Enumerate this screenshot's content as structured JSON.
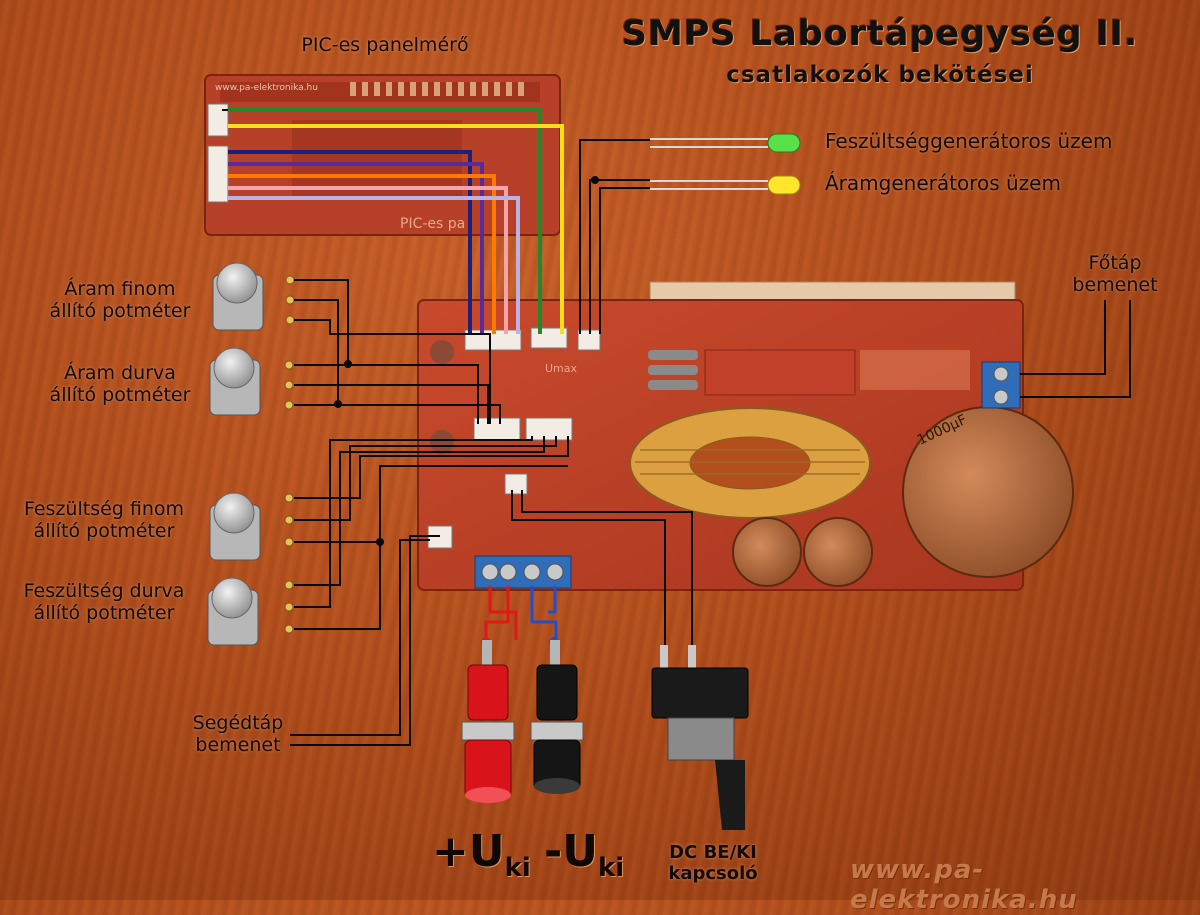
{
  "title": "SMPS Labortápegység II.",
  "subtitle": "csatlakozók bekötései",
  "meter_label": "PIC-es panelmérő",
  "voltage_mode_label": "Feszültséggenerátoros üzem",
  "current_mode_label": "Áramgenerátoros üzem",
  "main_power": {
    "line1": "Főtáp",
    "line2": "bemenet"
  },
  "current_fine": {
    "line1": "Áram finom",
    "line2": "állító potméter"
  },
  "current_coarse": {
    "line1": "Áram durva",
    "line2": "állító potméter"
  },
  "voltage_fine": {
    "line1": "Feszültség finom",
    "line2": "állító potméter"
  },
  "voltage_coarse": {
    "line1": "Feszültség durva",
    "line2": "állító potméter"
  },
  "aux_power": {
    "line1": "Segédtáp",
    "line2": "bemenet"
  },
  "out_plus": {
    "main": "+U",
    "sub": "ki"
  },
  "out_minus": {
    "main": "-U",
    "sub": "ki"
  },
  "switch_label": {
    "line1": "DC BE/KI",
    "line2": "kapcsoló"
  },
  "watermark": "www.pa-elektronika.hu",
  "meter_url": "www.pa-elektronika.hu",
  "meter_board_text": "PIC-es pa",
  "umax_label": "Umax",
  "cap_text": "1000µF",
  "colors": {
    "wood": "#b34f1d",
    "pcb": "#c0442a",
    "wire_green": "#1f8a2c",
    "wire_yellow": "#f5e11a",
    "wire_navy": "#1d1f7a",
    "wire_purple": "#5a2a9a",
    "wire_orange": "#ff7a00",
    "wire_pink": "#f4a3a8",
    "wire_lavender": "#b8b2e6",
    "led_green": "#58e04a",
    "led_yellow": "#ffe52b",
    "terminal_blue": "#2f6db8",
    "jack_red": "#d8141a",
    "jack_black": "#151515"
  }
}
